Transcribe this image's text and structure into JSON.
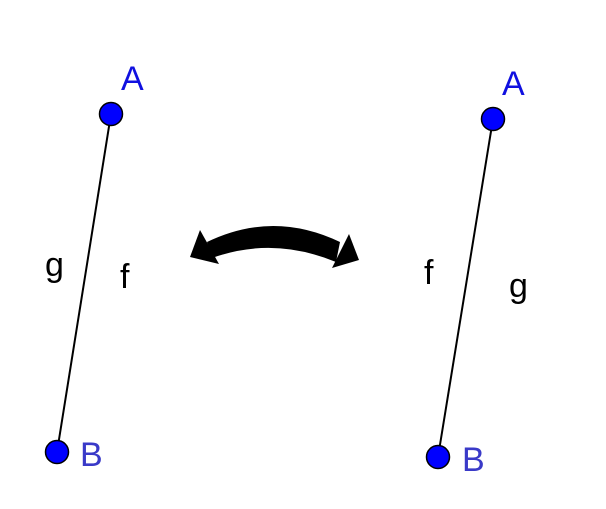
{
  "colors": {
    "point_fill": "#0000ff",
    "point_stroke": "#000000",
    "label_A": "#1010e0",
    "label_B": "#3a3ac8",
    "segment": "#000000",
    "arrow": "#000000",
    "background": "#ffffff"
  },
  "icons": {
    "swap": "curved-double-arrow-icon"
  },
  "left_figure": {
    "point_a_label": "A",
    "point_b_label": "B",
    "left_side_label": "g",
    "right_side_label": "f"
  },
  "right_figure": {
    "point_a_label": "A",
    "point_b_label": "B",
    "left_side_label": "f",
    "right_side_label": "g"
  }
}
